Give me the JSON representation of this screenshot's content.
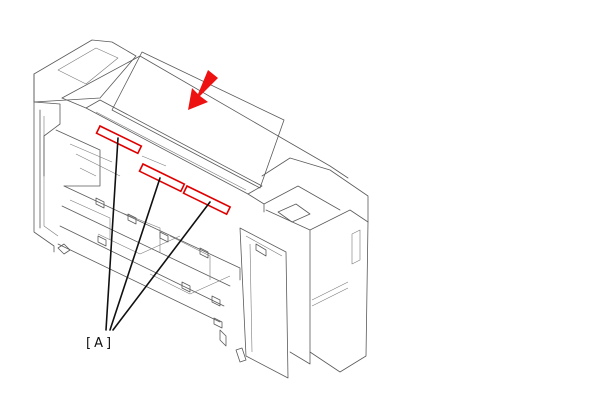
{
  "figure": {
    "callout_label": "[A]",
    "highlight_color": "#e00000",
    "arrow_color": "#ee1111",
    "line_color": "#5a5a5a",
    "icons": [
      "paper-sheet",
      "insertion-arrow",
      "printer-body"
    ]
  }
}
